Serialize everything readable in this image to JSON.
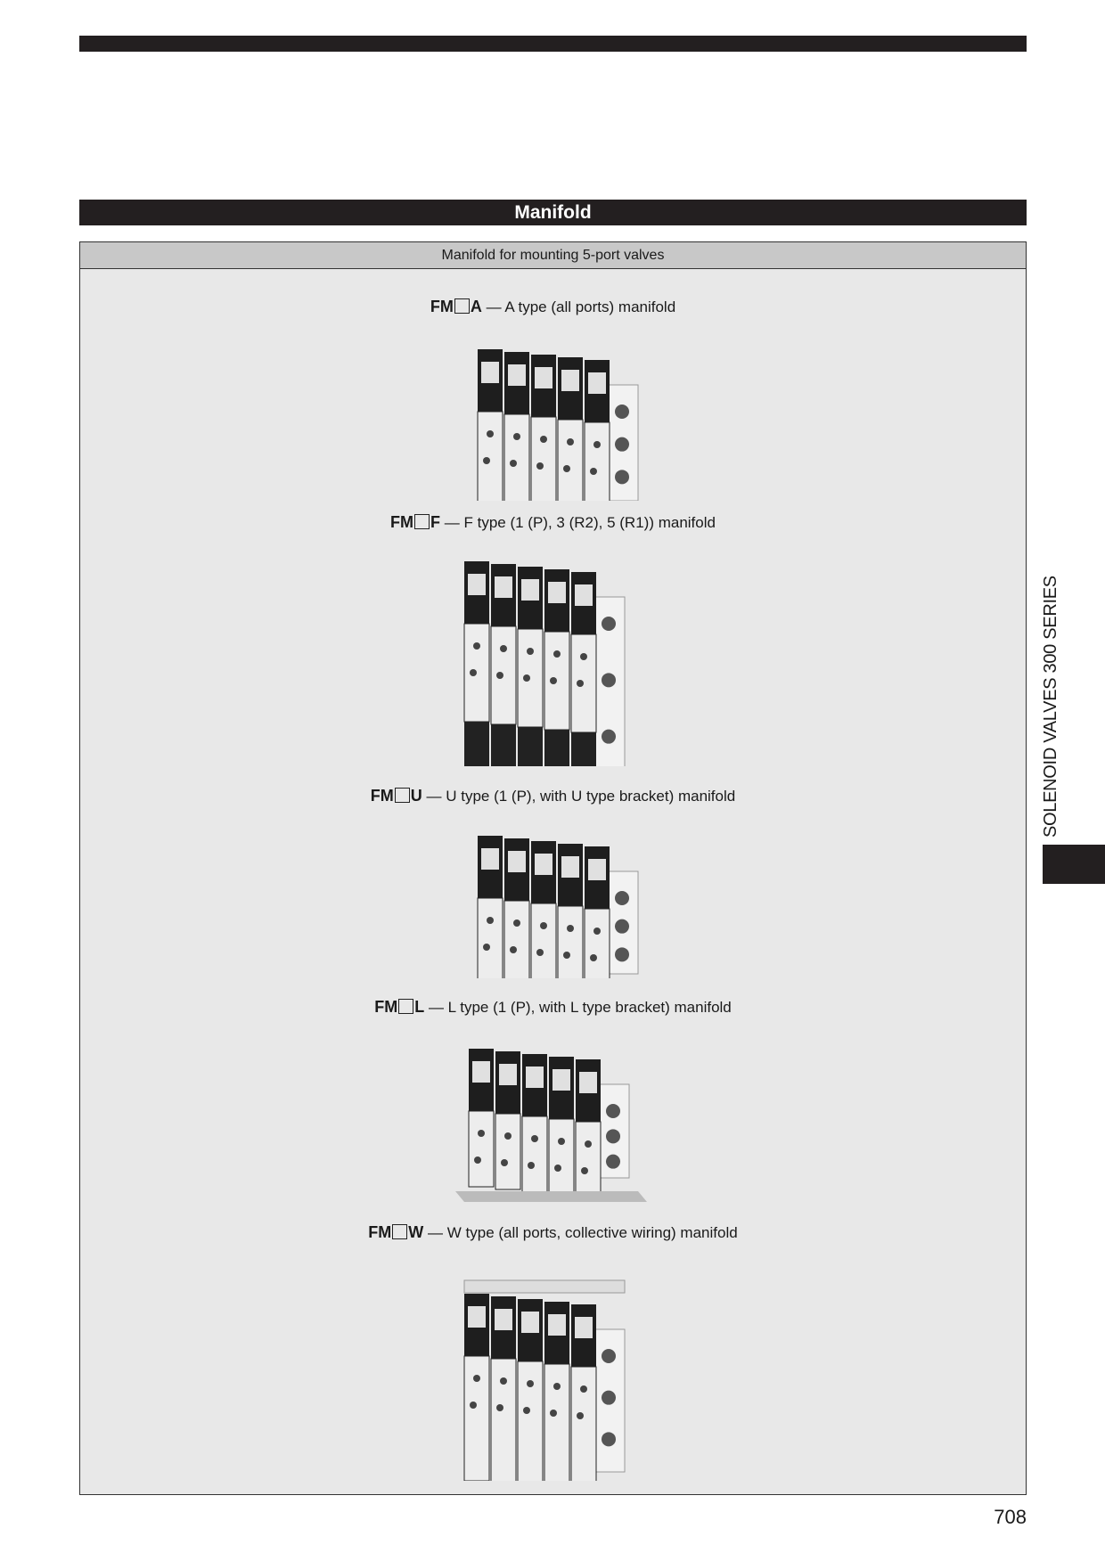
{
  "section_title": "Manifold",
  "box_header": "Manifold for mounting 5-port valves",
  "side_label": "SOLENOID VALVES 300 SERIES",
  "page_number": "708",
  "items": [
    {
      "code_prefix": "FM",
      "code_suffix": "A",
      "dash": "—",
      "desc": "A type (all ports) manifold",
      "figure": "a-type-manifold"
    },
    {
      "code_prefix": "FM",
      "code_suffix": "F",
      "dash": "—",
      "desc": "F type (1 (P), 3 (R2), 5 (R1)) manifold",
      "figure": "f-type-manifold"
    },
    {
      "code_prefix": "FM",
      "code_suffix": "U",
      "dash": "—",
      "desc": "U type (1 (P), with U type bracket) manifold",
      "figure": "u-type-manifold"
    },
    {
      "code_prefix": "FM",
      "code_suffix": "L",
      "dash": "—",
      "desc": "L type (1 (P), with L type bracket) manifold",
      "figure": "l-type-manifold"
    },
    {
      "code_prefix": "FM",
      "code_suffix": "W",
      "dash": "—",
      "desc": "W type (all ports, collective wiring) manifold",
      "figure": "w-type-manifold"
    }
  ]
}
